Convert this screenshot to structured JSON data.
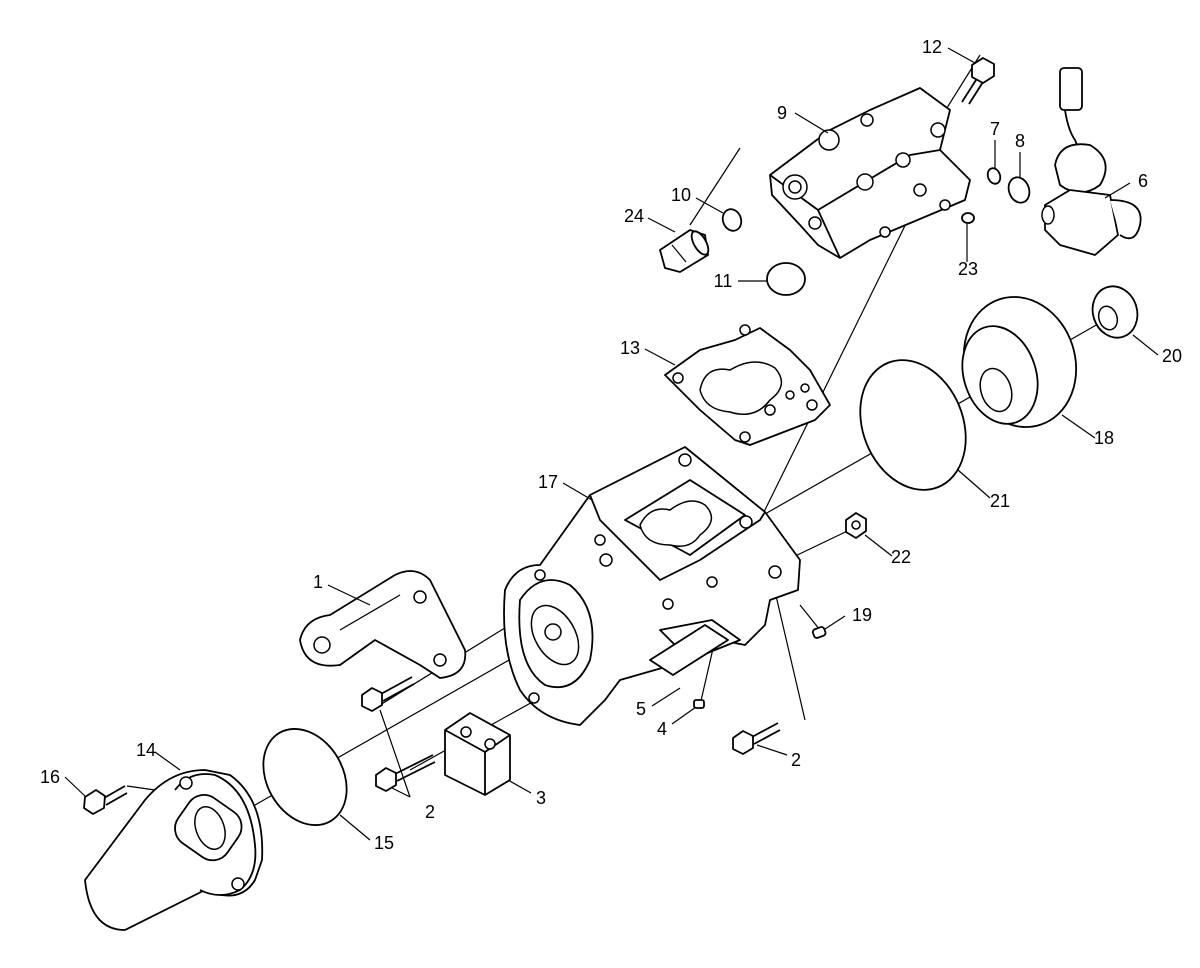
{
  "parts": [
    {
      "id": "p1",
      "label": "1"
    },
    {
      "id": "p2a",
      "label": "2"
    },
    {
      "id": "p2b",
      "label": "2"
    },
    {
      "id": "p3",
      "label": "3"
    },
    {
      "id": "p4",
      "label": "4"
    },
    {
      "id": "p5",
      "label": "5"
    },
    {
      "id": "p6",
      "label": "6"
    },
    {
      "id": "p7",
      "label": "7"
    },
    {
      "id": "p8",
      "label": "8"
    },
    {
      "id": "p9",
      "label": "9"
    },
    {
      "id": "p10",
      "label": "10"
    },
    {
      "id": "p11",
      "label": "11"
    },
    {
      "id": "p12",
      "label": "12"
    },
    {
      "id": "p13",
      "label": "13"
    },
    {
      "id": "p14",
      "label": "14"
    },
    {
      "id": "p15",
      "label": "15"
    },
    {
      "id": "p16",
      "label": "16"
    },
    {
      "id": "p17",
      "label": "17"
    },
    {
      "id": "p18",
      "label": "18"
    },
    {
      "id": "p19",
      "label": "19"
    },
    {
      "id": "p20",
      "label": "20"
    },
    {
      "id": "p21",
      "label": "21"
    },
    {
      "id": "p22",
      "label": "22"
    },
    {
      "id": "p23",
      "label": "23"
    },
    {
      "id": "p24",
      "label": "24"
    }
  ]
}
